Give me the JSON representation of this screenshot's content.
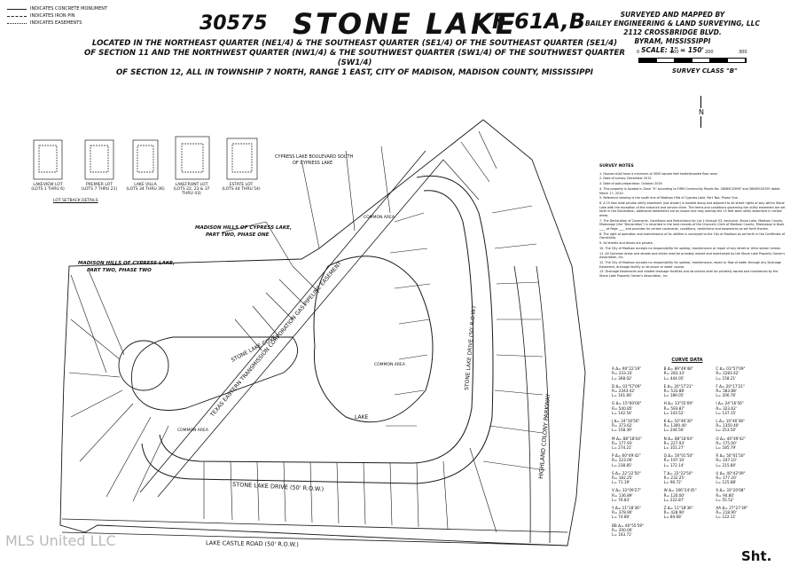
{
  "legend": [
    {
      "label": "INDICATES CONCRETE MONUMENT"
    },
    {
      "label": "INDICATES IRON PIN"
    },
    {
      "label": "INDICATES EASEMENTS"
    }
  ],
  "header": {
    "number": "30575",
    "title": "STONE LAKE",
    "file": "F-61A,B"
  },
  "surveyor": {
    "line1": "SURVEYED AND MAPPED BY",
    "line2": "BAILEY ENGINEERING & LAND SURVEYING, LLC",
    "line3": "2112 CROSSBRIDGE BLVD.",
    "line4": "BYRAM, MISSISSIPPI",
    "scale": "SCALE: 1\" = 150'",
    "scale_ticks": [
      "0",
      "100",
      "200",
      "300"
    ],
    "class": "SURVEY CLASS \"B\""
  },
  "location": [
    "LOCATED IN THE NORTHEAST QUARTER (NE1/4) & THE SOUTHEAST QUARTER (SE1/4) OF THE SOUTHEAST QUARTER (SE1/4)",
    "OF SECTION 11 AND THE NORTHWEST QUARTER (NW1/4) & THE SOUTHWEST QUARTER (SW1/4) OF THE SOUTHWEST QUARTER (SW1/4)",
    "OF SECTION 12, ALL IN TOWNSHIP 7 NORTH, RANGE 1 EAST, CITY OF MADISON, MADISON COUNTY, MISSISSIPPI"
  ],
  "north": "N",
  "lot_types": [
    {
      "name": "LAKEVIEW LOT",
      "lots": "(LOTS 1 THRU 6)"
    },
    {
      "name": "PREMIER LOT",
      "lots": "(LOTS 7 THRU 21)"
    },
    {
      "name": "LAKE VILLA",
      "lots": "(LOTS 34 THRU 36)"
    },
    {
      "name": "LAKEFRONT LOT",
      "lots": "(LOTS 22, 23 & 37 THRU 43)"
    },
    {
      "name": "ESTATE LOT",
      "lots": "(LOTS 44 THRU 54)"
    }
  ],
  "lot_setback": "LOT SETBACK DETAILS",
  "map_labels": {
    "cypress_lake": "CYPRESS LAKE BOULEVARD SOUTH",
    "cypress_lake2": "OF CYPRESS LAKE",
    "madison_hills1": "MADISON HILLS OF CYPRESS LAKE,",
    "madison_hills1b": "PART TWO, PHASE ONE",
    "madison_hills2": "MADISON HILLS OF CYPRESS LAKE,",
    "madison_hills2b": "PART TWO, PHASE TWO",
    "pipeline": "TEXAS EASTERN TRANSMISSION CORPORATION GAS PIPELINE EASEMENT",
    "stone_lake_cove": "STONE LAKE COVE",
    "stone_lake_drive": "STONE LAKE DRIVE (50' R.O.W.)",
    "stone_lake_drive_e": "STONE LAKE DRIVE (50' R.O.W.)",
    "highland": "HIGHLAND COLONY PARKWAY",
    "lake_castle": "LAKE CASTLE ROAD (50' R.O.W.)",
    "lake": "LAKE",
    "common1": "COMMON AREA",
    "common2": "COMMON AREA",
    "common3": "COMMON AREA"
  },
  "survey_notes_title": "SURVEY NOTES",
  "survey_notes": [
    "1. Houses shall have a minimum of 3000 square feet heated/cooled floor area.",
    "2. Date of survey: December 2015",
    "3. Date of plat preparation: October 2016",
    "4. This property is located in Zone \"X\" according to FIRM Community Panels No. 28089C0395F and 28089C0535F dated March 17, 2010.",
    "5. Reference bearing is the south line of Madison Hills of Cypress Lake, Part Two, Phase One.",
    "6. A 15 foot wide private utility easement (not shown) is located along and adjacent to all street rights of way within Stone Lake with the exception of the entrance and service drive. The terms and conditions governing the utility easement are set forth in the Declaration. Additional easements are as shown and may overlap the 15 feet wide utility easement in certain areas.",
    "7. The Declaration of Covenants, Conditions and Restrictions for Lot 1 through 53, exclusive, Stone Lake, Madison County, Mississippi (the \"Declaration\") is recorded in the land records of the Chancery Clerk of Madison County, Mississippi in Book ____ at Page ____ and provides for certain covenants, conditions, restrictions and easements as set forth therein.",
    "8. The right of operation and maintenance of its utilities is conveyed to the City of Madison as set forth in the Certificate of Ownership.",
    "9. All streets and drives are private.",
    "10. The City of Madison accepts no responsibility for upkeep, maintenance or repair of any street or drive shown hereon.",
    "11. All Common Areas and streets and drives shall be privately owned and maintained by the Stone Lake Property Owner's Association, Inc.",
    "12. The City of Madison accepts no responsibility for upkeep, maintenance, repair or flow of water through any Drainage Easement, drainage facility or structure or water course.",
    "13. Drainage Easements and related drainage facilities and structures shall be privately owned and maintained by the Stone Lake Property Owner's Association, Inc."
  ],
  "curve_title": "CURVE DATA",
  "curves": [
    [
      "A  Δ= 90°22'19\"",
      "R= 233.33'",
      "L= 368.02'"
    ],
    [
      "B  Δ= 89°49'48\"",
      "R= 283.33'",
      "L= 444.05'"
    ],
    [
      "C  Δ= 03°57'09\"",
      "R= 2283.42'",
      "L= 158.21'"
    ],
    [
      "D  Δ= 03°57'09\"",
      "R= 2343.42'",
      "L= 161.66'"
    ],
    [
      "E  Δ= 20°17'21\"",
      "R= 533.88'",
      "L= 189.05'"
    ],
    [
      "F  Δ= 20°17'21\"",
      "R= 583.88'",
      "L= 206.76'"
    ],
    [
      "G  Δ= 15°00'00\"",
      "R= 540.85'",
      "L= 142.54'"
    ],
    [
      "H  Δ= 13°55'09\"",
      "R= 593.87'",
      "L= 143.52'"
    ],
    [
      "I  Δ= 24°16'56\"",
      "R= 323.62'",
      "L= 137.15'"
    ],
    [
      "J  Δ= 24°16'56\"",
      "R= 373.62'",
      "L= 158.39'"
    ],
    [
      "K  Δ= 10°46'30\"",
      "R= 1300.40'",
      "L= 244.56'"
    ],
    [
      "L  Δ= 10°40'38\"",
      "R= 1350.40'",
      "L= 253.50'"
    ],
    [
      "M  Δ= 88°18'04\"",
      "R= 177.93'",
      "L= 274.21'"
    ],
    [
      "N  Δ= 88°18'04\"",
      "R= 227.93'",
      "L= 351.27'"
    ],
    [
      "O  Δ= 40°49'42\"",
      "R= 175.00'",
      "L= 185.79'"
    ],
    [
      "P  Δ= 60°49'42\"",
      "R= 223.00'",
      "L= 238.85'"
    ],
    [
      "Q  Δ= 50°01'50\"",
      "R= 197.10'",
      "L= 172.14'"
    ],
    [
      "R  Δ= 50°01'50\"",
      "R= 247.10'",
      "L= 215.80'"
    ],
    [
      "S  Δ= 22°22'50\"",
      "R= 182.25'",
      "L= 71.19'"
    ],
    [
      "T  Δ= 22°22'50\"",
      "R= 232.25'",
      "L= 90.72'"
    ],
    [
      "U  Δ= 40°42'09\"",
      "R= 177.20'",
      "L= 125.88'"
    ],
    [
      "V  Δ= 32°09'27\"",
      "R= 136.89'",
      "L= 76.83'"
    ],
    [
      "W  Δ= 106°24'45\"",
      "R= 120.00'",
      "L= 222.87'"
    ],
    [
      "X  Δ= 33°20'08\"",
      "R= 94.80'",
      "L= 55.52'"
    ],
    [
      "Y  Δ= 11°18'36\"",
      "R= 378.90'",
      "L= 74.80'"
    ],
    [
      "Z  Δ= 11°18'36\"",
      "R= 428.90'",
      "L= 84.68'"
    ],
    [
      "AA Δ= 27°27'39\"",
      "R= 218.90'",
      "L= 122.11'"
    ],
    [
      "BB Δ= 46°55'59\"",
      "R= 200.00'",
      "L= 163.71'"
    ]
  ],
  "sheet": "Sht.",
  "watermark": "MLS United LLC"
}
